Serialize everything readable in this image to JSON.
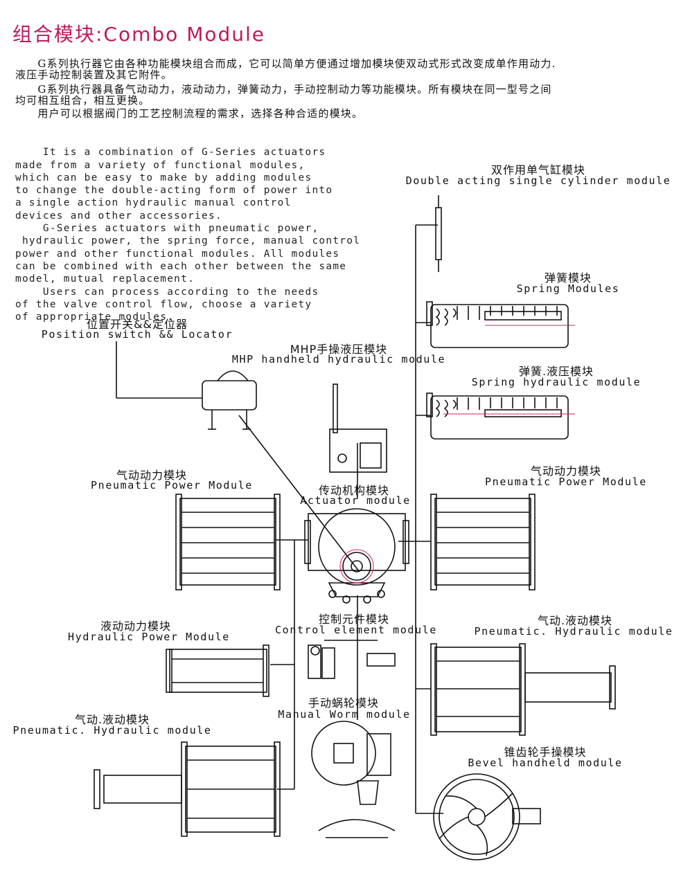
{
  "title": "组合模块:Combo Module",
  "intro_cn": [
    "　　G系列执行器它由各种功能模块组合而成，它可以简单方便通过增加模块使双动式形式改变成单作用动力.",
    "液压手动控制装置及其它附件。",
    "　　G系列执行器具备气动动力，液动动力，弹簧动力，手动控制动力等功能模块。所有模块在同一型号之间",
    "均可相互组合，相互更换。",
    "　　用户可以根据阀门的工艺控制流程的需求，选择各种合适的模块。"
  ],
  "intro_en": [
    "    It is a combination of G-Series actuators",
    "made from a variety of functional modules,",
    "which can be easy to make by adding modules",
    "to change the double-acting form of power into",
    "a single action hydraulic manual control",
    "devices and other accessories.",
    "    G-Series actuators with pneumatic power,",
    " hydraulic power, the spring force, manual control",
    "power and other functional modules. All modules",
    "can be combined with each other between the same",
    "model, mutual replacement.",
    "    Users can process according to the needs",
    "of the valve control flow, choose a variety",
    "of appropriate modules."
  ],
  "modules": {
    "double_acting": {
      "cn": "双作用单气缸模块",
      "en": "Double acting single cylinder module"
    },
    "spring": {
      "cn": "弹簧模块",
      "en": "Spring Modules"
    },
    "spring_hydraulic": {
      "cn": "弹簧.液压模块",
      "en": "Spring hydraulic module"
    },
    "pneumatic_right": {
      "cn": "气动动力模块",
      "en": "Pneumatic Power Module"
    },
    "pneumatic_hydraulic_right": {
      "cn": "气动.液动模块",
      "en": "Pneumatic. Hydraulic module"
    },
    "bevel": {
      "cn": "锥齿轮手操模块",
      "en": "Bevel handheld module"
    },
    "position_switch": {
      "cn": "位置开关&&定位器",
      "en": "Position switch && Locator"
    },
    "mhp": {
      "cn": "MHP手操液压模块",
      "en": "MHP handheld hydraulic module"
    },
    "actuator": {
      "cn": "传动机构模块",
      "en": "Actuator module"
    },
    "pneumatic_left": {
      "cn": "气动动力模块",
      "en": "Pneumatic Power Module"
    },
    "control_element": {
      "cn": "控制元件模块",
      "en": "Control element module"
    },
    "hydraulic_power": {
      "cn": "液动动力模块",
      "en": "Hydraulic Power Module"
    },
    "manual_worm": {
      "cn": "手动蜗轮模块",
      "en": "Manual Worm module"
    },
    "pneumatic_hydraulic_left": {
      "cn": "气动.液动模块",
      "en": "Pneumatic. Hydraulic module"
    }
  },
  "colors": {
    "title": "#c2185b",
    "line": "#111111",
    "accent": "#d81b60"
  }
}
